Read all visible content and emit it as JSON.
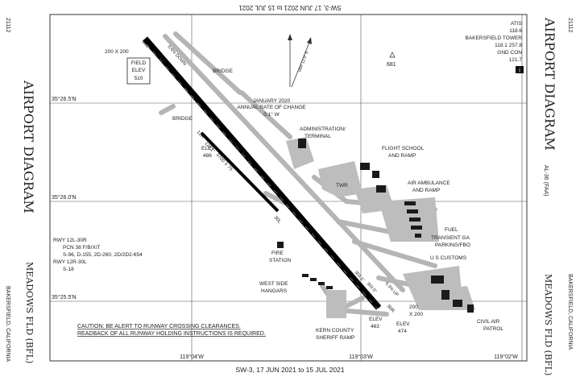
{
  "header": {
    "top_edition": "SW-3, 17 JUN 2021 to 15 JUL 2021",
    "bottom_edition": "SW-3, 17 JUN 2021 to 15 JUL 2021"
  },
  "side_text": {
    "left_title": "AIRPORT DIAGRAM",
    "right_title": "AIRPORT DIAGRAM",
    "left_code": "21112",
    "right_code": "21112",
    "left_location": "BAKERSFIELD, CALIFORNIA",
    "left_airport": "MEADOWS FLD (BFL)",
    "right_location": "BAKERSFIELD, CALIFORNIA",
    "right_airport": "MEADOWS FLD (BFL)",
    "right_al": "AL-36 (FAA)"
  },
  "frequencies": {
    "atis_label": "ATIS",
    "atis_freq": "118.6",
    "tower_label": "BAKERSFIELD TOWER",
    "tower_freq": "118.1 257.8",
    "gnd_label": "GND CON",
    "gnd_freq": "121.7",
    "info_badge": "i"
  },
  "coordinates": {
    "lat_1": "35°26.5'N",
    "lat_2": "35°26.0'N",
    "lat_3": "35°25.5'N",
    "lon_1": "119°04'W",
    "lon_2": "119°03'W",
    "lon_3": "119°02'W"
  },
  "labels": {
    "field_elev": "FIELD",
    "field_elev_2": "ELEV",
    "field_elev_val": "510",
    "pad_nw": "200 X 200",
    "pad_se_1": "200",
    "pad_se_2": "X 200",
    "bridge_1": "BRIDGE",
    "bridge_2": "BRIDGE",
    "var_1": "JANUARY 2020",
    "var_2": "ANNUAL RATE OF CHANGE",
    "var_3": "0.1° W",
    "admin_1": "ADMINISTRATION/",
    "admin_2": "TERMINAL",
    "flight_school_1": "FLIGHT SCHOOL",
    "flight_school_2": "AND RAMP",
    "twr": "TWR",
    "air_amb_1": "AIR AMBULANCE",
    "air_amb_2": "AND RAMP",
    "fuel": "FUEL",
    "transient_1": "TRANSIENT GA",
    "transient_2": "PARKING/FBO",
    "customs": "U S CUSTOMS",
    "fire_1": "FIRE",
    "fire_2": "STATION",
    "west_hangars_1": "WEST SIDE",
    "west_hangars_2": "HANGARS",
    "elev_486_1": "ELEV",
    "elev_486_2": "486",
    "elev_463_1": "ELEV",
    "elev_463_2": "463",
    "elev_474_1": "ELEV",
    "elev_474_2": "474",
    "kern_1": "KERN COUNTY",
    "kern_2": "SHERIFF RAMP",
    "civil_1": "CIVIL AIR",
    "civil_2": "PATROL",
    "obst_val": "681",
    "rwy_a": "RWY 12L-30R",
    "rwy_b": "PCN 38 F/B/X/T",
    "rwy_c": "S-96, D-155, 2D-260, 2D/2D2-654",
    "rwy_d": "RWY 12R-30L",
    "rwy_e": "S-18",
    "caution_1": "CAUTION: BE ALERT TO RUNWAY CROSSING CLEARANCES.",
    "caution_2": "READBACK OF ALL RUNWAY HOLDING INSTRUCTIONS IS REQUIRED.",
    "rwy_main_dims": "10849 X 150",
    "rwy_sec_dims": "3700 X 75",
    "rwy_12l": "12L",
    "rwy_12r": "12R",
    "rwy_30r": "30R",
    "rwy_30l": "30L",
    "hdg_1": "123.0°",
    "hdg_2": "123.1°",
    "hdg_3": "303.1°",
    "hdg_4": "303.0°",
    "slope_1": "0.6% DOWN",
    "slope_2": "0.3% UP",
    "var_arrow": "VAR 12.9° E"
  }
}
